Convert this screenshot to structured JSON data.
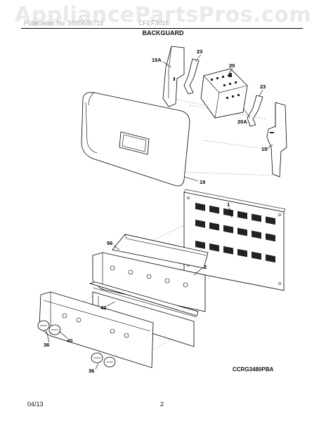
{
  "watermark": "AppliancePartsPros.com",
  "header": {
    "left": "Publication No. 5995646715",
    "middle": "CFEF3016"
  },
  "title": "BACKGUARD",
  "parts": [
    {
      "id": "p15a",
      "label": "15A"
    },
    {
      "id": "p23a",
      "label": "23"
    },
    {
      "id": "p20",
      "label": "20"
    },
    {
      "id": "p23b",
      "label": "23"
    },
    {
      "id": "p20a",
      "label": "20A"
    },
    {
      "id": "p15",
      "label": "15"
    },
    {
      "id": "p19",
      "label": "19"
    },
    {
      "id": "p1",
      "label": "1"
    },
    {
      "id": "p56",
      "label": "56"
    },
    {
      "id": "p2",
      "label": "2"
    },
    {
      "id": "p42",
      "label": "42"
    },
    {
      "id": "p36a",
      "label": "36"
    },
    {
      "id": "p40",
      "label": "40"
    },
    {
      "id": "p36b",
      "label": "36"
    }
  ],
  "diagram_code": "CCRG3480PBA",
  "footer": {
    "date": "04/13",
    "page": "2"
  }
}
